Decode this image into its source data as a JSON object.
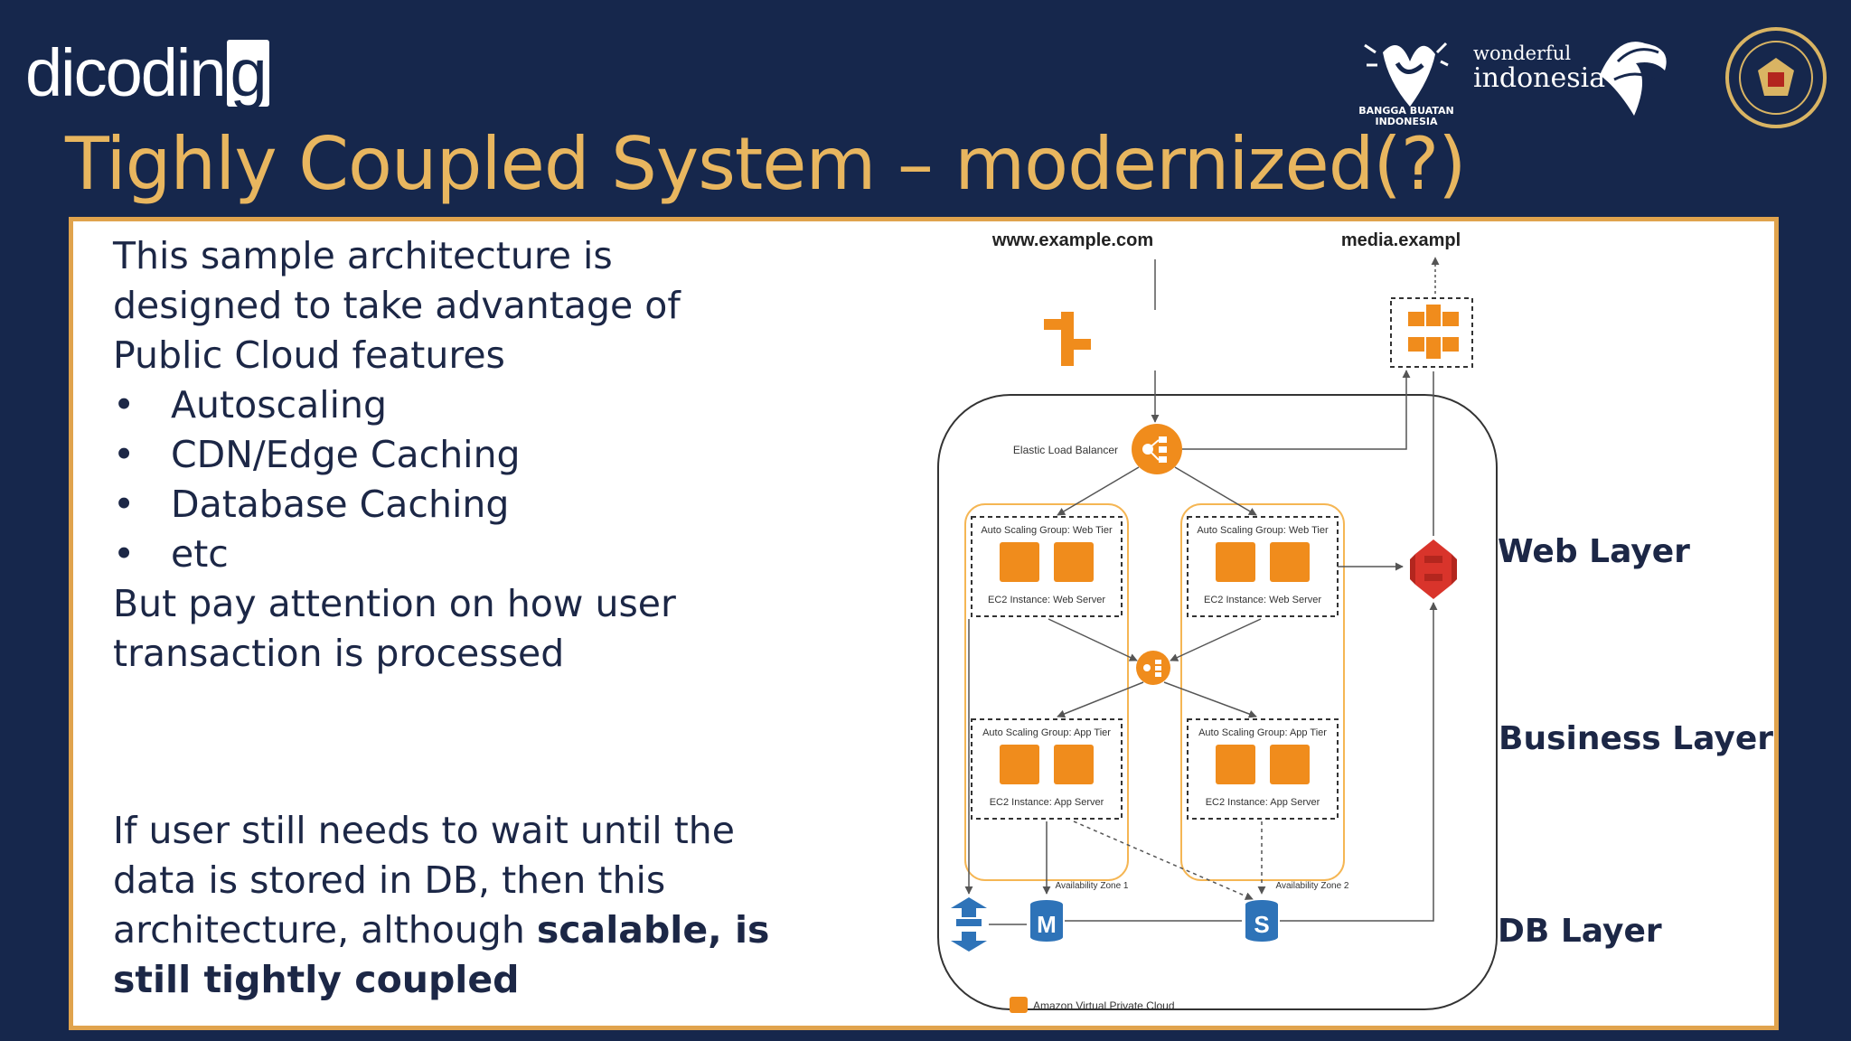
{
  "header": {
    "logo_text": "dicodin",
    "logo_g": "g",
    "title": "Tighly Coupled System – modernized(?)",
    "partner_logos": {
      "bangga_line1": "BANGGA BUATAN",
      "bangga_line2": "INDONESIA",
      "wonderful": "wonderful",
      "indonesia": "indonesia",
      "seal_icon": "garuda-seal-icon"
    }
  },
  "left_text": {
    "intro": [
      "This sample architecture is",
      "designed to take advantage of",
      "Public Cloud features"
    ],
    "bullets": [
      "Autoscaling",
      "CDN/Edge Caching",
      "Database Caching",
      "etc"
    ],
    "attention": [
      "But pay attention on how user",
      "transaction is processed"
    ],
    "conclusion_plain_1": "If user still needs to wait until the",
    "conclusion_plain_2": "data is stored in DB, then this",
    "conclusion_plain_3": "architecture, although ",
    "conclusion_bold_1": "scalable, is",
    "conclusion_bold_2": "still tightly coupled"
  },
  "layers": {
    "web": "Web Layer",
    "business": "Business Layer",
    "db": "DB Layer"
  },
  "diagram": {
    "www": "www.example.com",
    "media": "media.exampl",
    "elb": "Elastic Load Balancer",
    "asg_web_left": "Auto Scaling Group: Web Tier",
    "asg_web_right": "Auto Scaling Group: Web Tier",
    "ec2_web_left": "EC2 Instance: Web Server",
    "ec2_web_right": "EC2 Instance: Web Server",
    "asg_app_left": "Auto Scaling Group: App Tier",
    "asg_app_right": "Auto Scaling Group: App Tier",
    "ec2_app_left": "EC2 Instance: App Server",
    "ec2_app_right": "EC2 Instance: App Server",
    "az1": "Availability Zone 1",
    "az2": "Availability Zone 2",
    "vpc": "Amazon Virtual Private Cloud",
    "rds_master_letter": "M",
    "rds_standby_letter": "S",
    "colors": {
      "aws_orange": "#f08c1c",
      "s3_red": "#d9342b",
      "dynamo_blue": "#2e73b8",
      "az_border": "#f5b654"
    }
  }
}
